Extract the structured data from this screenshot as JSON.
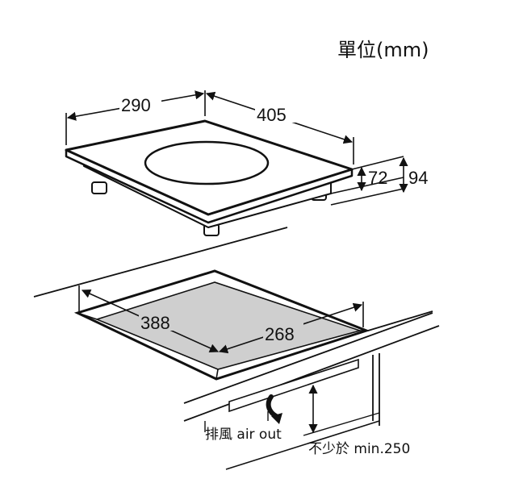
{
  "units_label": "單位(mm)",
  "dimensions": {
    "hob_width": "290",
    "hob_depth": "405",
    "hob_height_inner": "72",
    "hob_height_total": "94",
    "cutout_length": "388",
    "cutout_width": "268"
  },
  "airflow": {
    "label": "排風 air out",
    "clearance_label": "不少於 min.250"
  }
}
